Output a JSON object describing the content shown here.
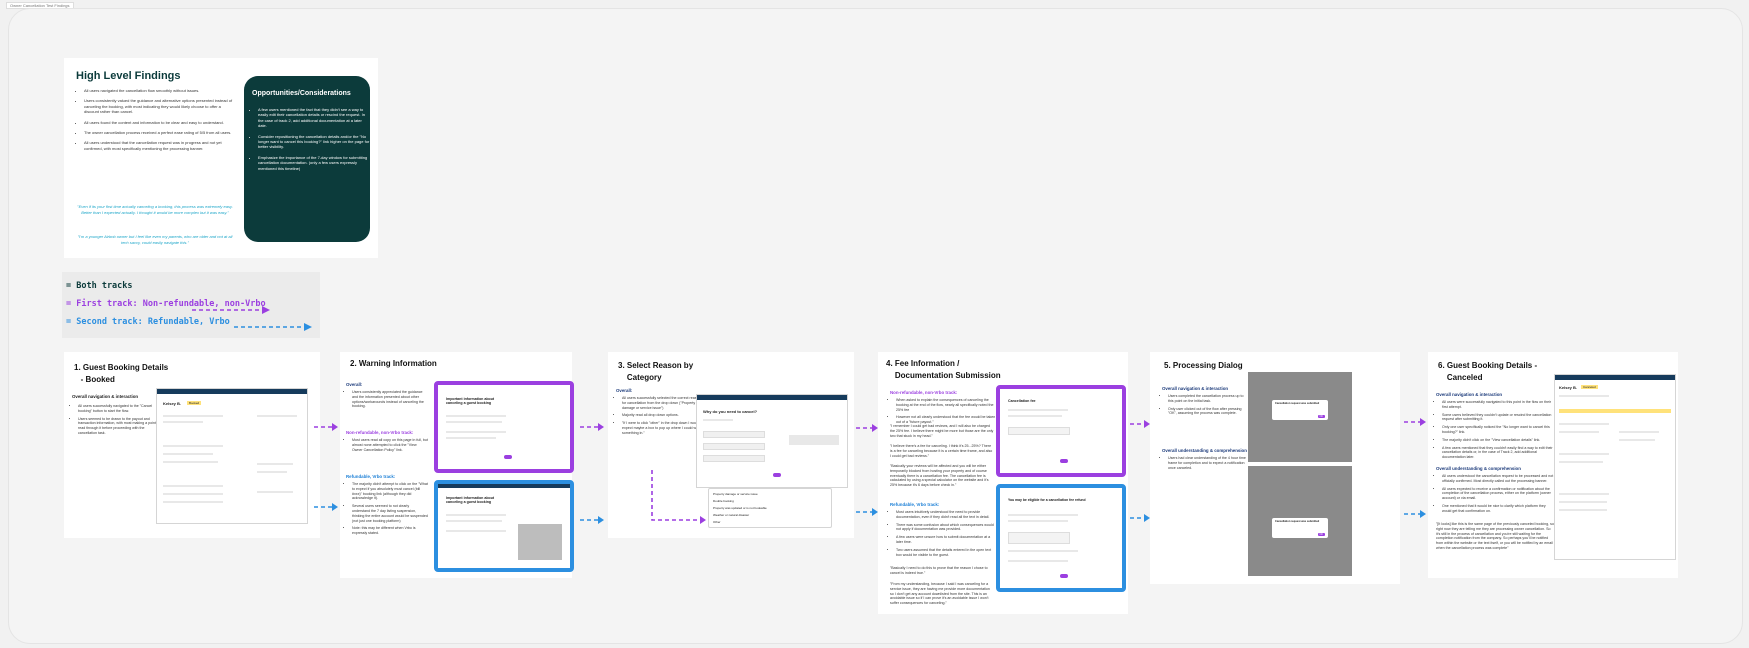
{
  "frame_label": "Owner Cancellation Test Findings",
  "findings": {
    "title": "High Level Findings",
    "bullets": [
      "All users navigated the cancellation flow smoothly without issues.",
      "Users consistently valued the guidance and alternative options presented instead of canceling the booking, with most indicating they would likely choose to offer a discount rather than cancel.",
      "All users found the content and information to be clear and easy to understand.",
      "The owner cancellation process received a perfect ease rating of 5/5 from all users.",
      "All users understood that the cancellation request was in progress and not yet confirmed, with most specifically mentioning the processing banner."
    ],
    "quote1": "\"Even if its your first time actually canceling a booking, this process was extremely easy. Better than I expected actually. I thought it would be more complex but it was easy.\"",
    "quote2": "\"I'm a younger Airbnb owner but I feel like even my parents, who are older and not at all tech savvy, could easily navigate this.\"",
    "opportunities": {
      "title": "Opportunities/Considerations",
      "bullets": [
        "A few users mentioned the fact that they didn't see a way to easily edit their cancellation details or rescind the request. In the case of track 2, add additional documentation at a later date.",
        "Consider repositioning the cancellation details and/or the \"No longer want to cancel this booking?\" link higher on the page for better visibility.",
        "Emphasize the importance of the 7-day window for submitting cancellation documentation. (only a few users expressly mentioned this timeline)"
      ]
    }
  },
  "legend": {
    "both": "= Both tracks",
    "first": "= First track: Non-refundable, non-Vrbo",
    "second": "= Second track: Refundable, Vrbo",
    "colors": {
      "both": "#0c3b3b",
      "first": "#9b3fe0",
      "second": "#2c8fe0"
    }
  },
  "steps": [
    {
      "title": "1. Guest Booking Details\n   - Booked",
      "heading": "Overall navigation & interaction",
      "bullets": [
        "All users successfully navigated to the \"Cancel booking\" button to start the flow.",
        "Users seemed to be drawn to the payout and transaction information, with most making a point to read through it before proceeding with the cancellation task."
      ]
    },
    {
      "title": "2. Warning Information",
      "overall_label": "Overall:",
      "overall": [
        "Users consistently appreciated the guidance and the information presented about other options/workarounds instead of canceling the booking."
      ],
      "track1_label": "Non-refundable, non-Vrbo track:",
      "track1": [
        "Most users read all copy on this page in full, but almost none attempted to click the \"View Owner Cancellation Policy\" link."
      ],
      "track2_label": "Refundable, Vrbo track:",
      "track2": [
        "The majority didn't attempt to click on the \"What to expect if you absolutely must cancel (bill #xxx)\" booking link (although they did acknowledge it).",
        "Several users seemed to not clearly understand the 7 day listing suspension, thinking the entire account would be suspended (not just one booking platform)",
        "Note: this may be different when Vrbo is expressly stated."
      ],
      "mock_heading": "Important information about canceling a guest booking"
    },
    {
      "title": "3. Select Reason by\n    Category",
      "overall_label": "Overall:",
      "overall": [
        "All users successfully selected the correct reason for cancellation from the drop down (\"Property damage or service issue\")",
        "Majority read all drop down options.",
        "\"If I were to click \"other\" in the drop down I would expect maybe a box to pop up where I could write something in.\""
      ],
      "mock_heading": "Why do you need to cancel?",
      "dropdown": [
        "Property damage or service issue",
        "Double booking",
        "Property was updated or is not bookable",
        "Weather or natural disaster",
        "Other"
      ]
    },
    {
      "title": "4. Fee Information /\n    Documentation Submission",
      "track1_label": "Non-refundable, non-Vrbo track:",
      "track1": [
        "When asked to explain the consequences of canceling the booking at the end of the flow, nearly all specifically noted the 25% fee",
        "However not all clearly understood that the fee would be taken out of a \"future payout.\""
      ],
      "quotes1": [
        "\"I remember I could get bad reviews, and I will also be charged the 25% fee. I believe there might be more but those are the only two that stuck in my head.\"",
        "\"I believe there's a fee for canceling. I think it's 25...25%? There is a fee for canceling because it is a certain time frame, and also I could get bad reviews.\"",
        "\"Basically your reviews will be affected and you will be either temporarily blocked from hosting your property and of course eventually there is a cancellation fee. The cancellation fee is calculated by using a special calculator on the website and it's 25% because it's 6 days before check in.\""
      ],
      "track2_label": "Refundable, Vrbo track:",
      "track2": [
        "Most users intuitively understood the need to provide documentation, even if they didn't read all the text in detail.",
        "There was some confusion about which consequences would not apply if documentation was provided.",
        "A few users were unsure how to submit documentation at a later time.",
        "Two users assumed that the details entered in the open text box would be visible to the guest."
      ],
      "quotes2": [
        "\"Basically I need to do this to prove that the reason I chose to cancel is indeed true.\"",
        "\"From my understanding, because I said I was canceling for a service issue, they are having me provide more documentation so I don't get any account downlisted from the site. This is an avoidable issue so if I can prove it's an avoidable issue I won't suffer consequences for canceling.\""
      ],
      "mock1_heading": "Cancellation fee",
      "mock2_heading": "You may be eligible for a cancellation fee refund"
    },
    {
      "title": "5. Processing Dialog",
      "heading1": "Overall navigation & interaction",
      "bullets1": [
        "Users completed the cancellation process up to this point on the initial task.",
        "Only user clicked out of the flow after pressing \"OK\", assuming the process was complete."
      ],
      "heading2": "Overall understanding & comprehension",
      "bullets2": [
        "Users had clear understanding of the 4 hour time frame for completion and to expect a notification once canceled."
      ],
      "dialog_title": "Cancellation request was submitted",
      "dialog_button": "OK"
    },
    {
      "title": "6. Guest Booking Details -\n    Canceled",
      "heading1": "Overall navigation & interaction",
      "bullets1": [
        "All users were successfully navigated to this point in the flow on their first attempt.",
        "Some users believed they couldn't update or rescind the cancellation request after submitting it.",
        "Only one user specifically noticed the \"No longer want to cancel this booking?\" link.",
        "The majority didn't click on the \"View cancellation details\" link.",
        "A few users mentioned that they couldn't easily find a way to edit their cancellation details or, in the case of Track 2, add additional documentation later."
      ],
      "heading2": "Overall understanding & comprehension",
      "bullets2": [
        "All users understood the cancellation request to be processed and not officially confirmed. Most directly called out the processing banner.",
        "All users expected to receive a confirmation or notification about the completion of the cancellation process, either on the platform (owner account) or via email.",
        "One mentioned that it would be nice to clarify which platform they would get that confirmation on."
      ],
      "quote": "\"[It looks] like this is the same page of the previously canceled booking, so right now they are telling me they are processing owner cancellation. So it's still in the process of cancellation and you're still waiting for the completion notification from the company. So perhaps you'll be notified from within the website or the text itself, or you will be notified by an email when the cancellation process was complete\"",
      "mock_name": "Kelsey B.",
      "mock_status": "Canceled"
    }
  ],
  "mock_booking": {
    "guest": "Kelsey B.",
    "status": "Booked"
  }
}
